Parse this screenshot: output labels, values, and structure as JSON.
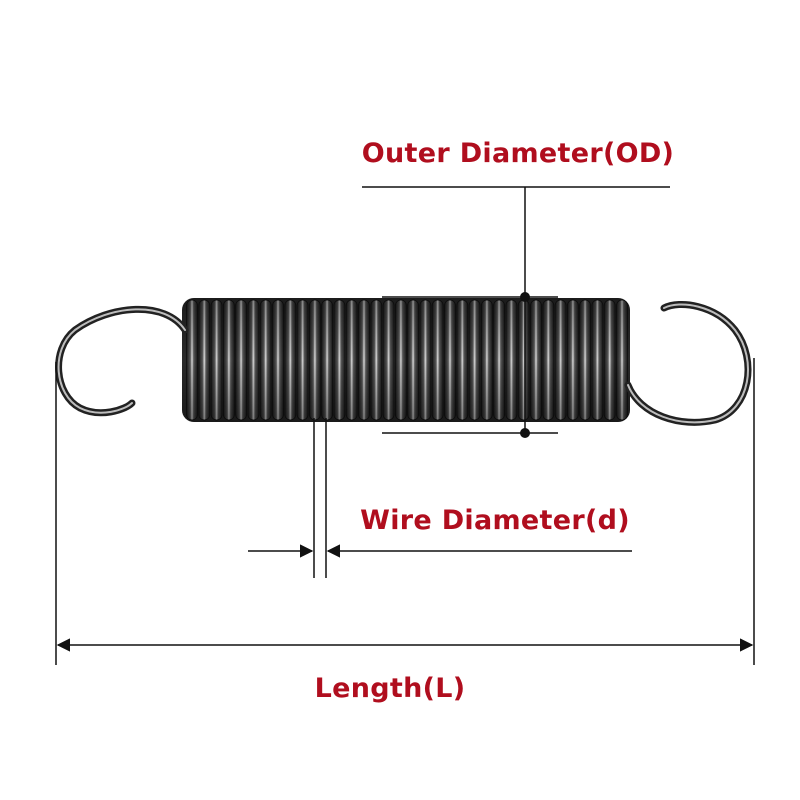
{
  "labels": {
    "outer_diameter": "Outer Diameter(OD)",
    "wire_diameter": "Wire Diameter(d)",
    "length": "Length(L)"
  },
  "colors": {
    "label": "#b00e1e",
    "line": "#111111",
    "spring_dark": "#1a1a1a",
    "spring_mid": "#555555",
    "spring_light": "#d8d8d8"
  },
  "spring": {
    "coil_count": 36
  },
  "icons": {
    "arrowhead": "arrowhead-icon",
    "marker_dot": "marker-dot-icon"
  }
}
